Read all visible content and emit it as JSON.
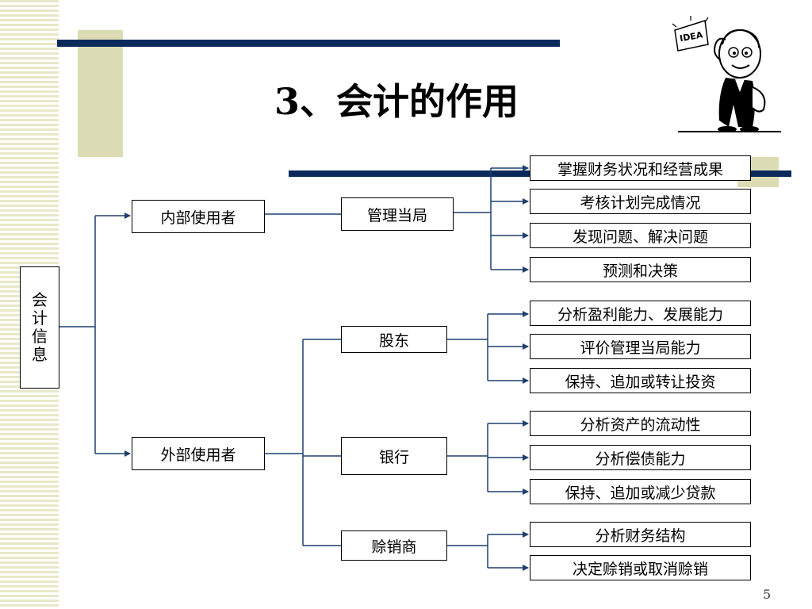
{
  "slide": {
    "title": "3、会计的作用",
    "page_number": "5",
    "idea_sign": "IDEA"
  },
  "diagram": {
    "root": {
      "label_chars": [
        "会",
        "计",
        "信",
        "息"
      ]
    },
    "users": {
      "internal": "内部使用者",
      "external": "外部使用者"
    },
    "mid": {
      "management": "管理当局",
      "shareholders": "股东",
      "bank": "银行",
      "supplier": "赊销商"
    },
    "leaves": {
      "management": [
        "掌握财务状况和经营成果",
        "考核计划完成情况",
        "发现问题、解决问题",
        "预测和决策"
      ],
      "shareholders": [
        "分析盈利能力、发展能力",
        "评价管理当局能力",
        "保持、追加或转让投资"
      ],
      "bank": [
        "分析资产的流动性",
        "分析偿债能力",
        "保持、追加或减少贷款"
      ],
      "supplier": [
        "分析财务结构",
        "决定赊销或取消赊销"
      ]
    }
  },
  "colors": {
    "navy_bar": "#0b2a5b",
    "beige_block": "#dcdcb4",
    "connector": "#1f3f6f"
  }
}
